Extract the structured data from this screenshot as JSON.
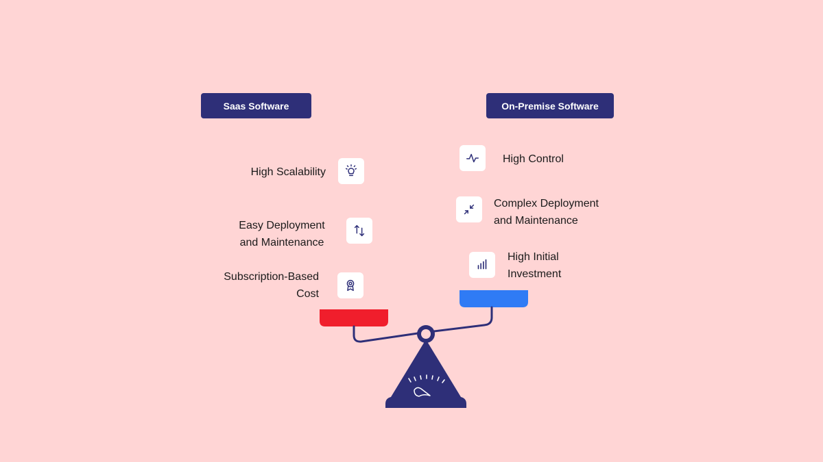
{
  "left": {
    "title": "Saas Software",
    "items": [
      {
        "line1": "High Scalability",
        "line2": "",
        "icon": "lightbulb-icon"
      },
      {
        "line1": "Easy Deployment",
        "line2": "and Maintenance",
        "icon": "up-down-arrows-icon"
      },
      {
        "line1": "Subscription-Based",
        "line2": "Cost",
        "icon": "award-ribbon-icon"
      }
    ],
    "pan_color": "#F01E2C"
  },
  "right": {
    "title": "On-Premise Software",
    "items": [
      {
        "line1": "High Control",
        "line2": "",
        "icon": "pulse-icon"
      },
      {
        "line1": "Complex Deployment",
        "line2": "and Maintenance",
        "icon": "collapse-arrows-icon"
      },
      {
        "line1": "High Initial",
        "line2": "Investment",
        "icon": "bar-chart-icon"
      }
    ],
    "pan_color": "#2F7BF5"
  },
  "colors": {
    "accent": "#2E2F78",
    "background": "#FFD5D5",
    "icon_box": "#FFFFFF"
  },
  "scale_icon": "balance-scale-icon"
}
